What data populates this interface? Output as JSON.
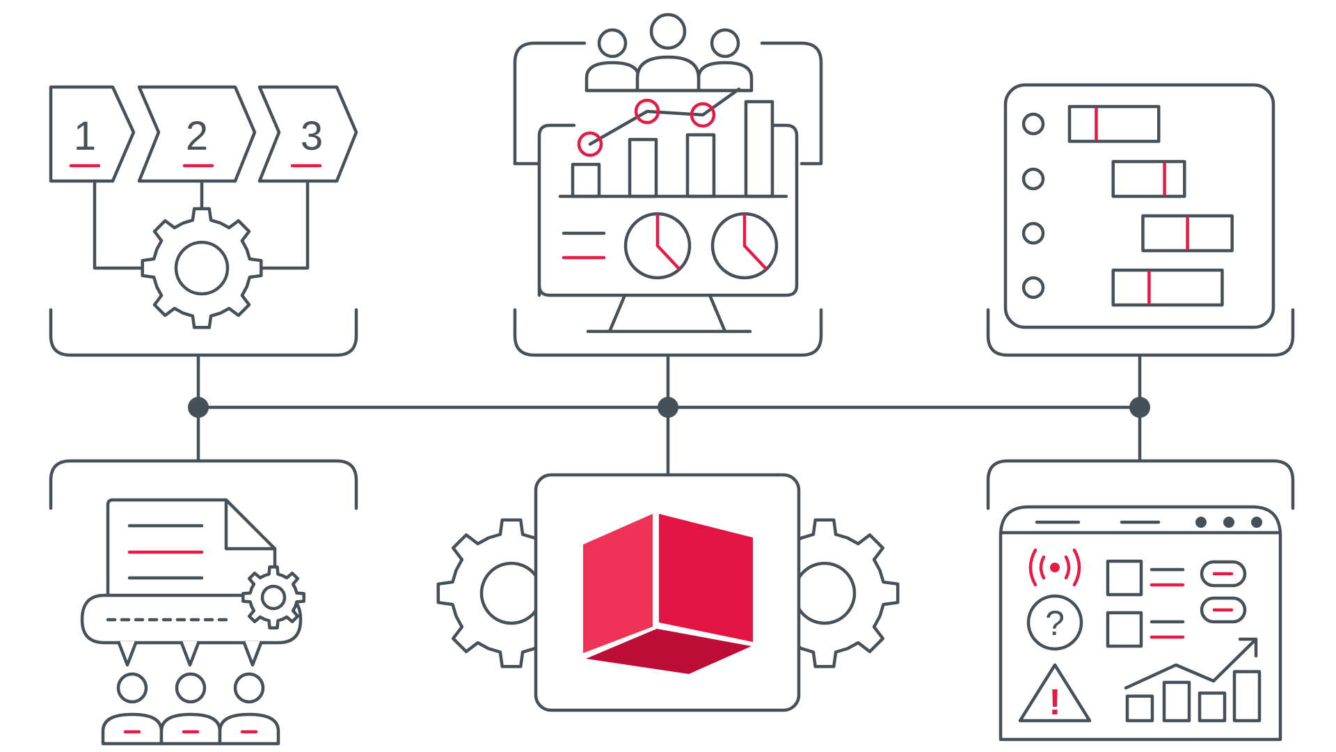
{
  "colors": {
    "line": "#465058",
    "accent": "#e41b45",
    "cube_left": "#ee3356",
    "cube_right": "#e31344",
    "cube_bottom": "#bd0c36",
    "background": "#ffffff"
  },
  "process_steps": [
    {
      "label": "1"
    },
    {
      "label": "2"
    },
    {
      "label": "3"
    }
  ],
  "help_icon": {
    "glyph": "?"
  },
  "warning_icon": {
    "glyph": "!"
  },
  "icons": {
    "process": "gear-icon",
    "analytics": "monitor-chart-icon",
    "schedule": "gantt-icon",
    "docs": "document-gear-icon",
    "core": "cube-icon",
    "app": "browser-dashboard-icon"
  },
  "dashboard": {
    "bar_levels": [
      0.27,
      0.48,
      0.52,
      0.8
    ],
    "trend_levels": [
      0.35,
      0.7,
      0.7,
      0.92
    ],
    "pie_fractions": [
      0.38,
      0.38
    ]
  },
  "gantt": {
    "tasks": [
      {
        "start": 0.0,
        "end": 0.45,
        "progress": 0.3
      },
      {
        "start": 0.22,
        "end": 0.58,
        "progress": 0.72
      },
      {
        "start": 0.37,
        "end": 0.82,
        "progress": 0.5
      },
      {
        "start": 0.22,
        "end": 0.77,
        "progress": 0.33
      }
    ]
  },
  "browser_chart": {
    "bar_levels": [
      0.32,
      0.5,
      0.36,
      0.64
    ]
  }
}
